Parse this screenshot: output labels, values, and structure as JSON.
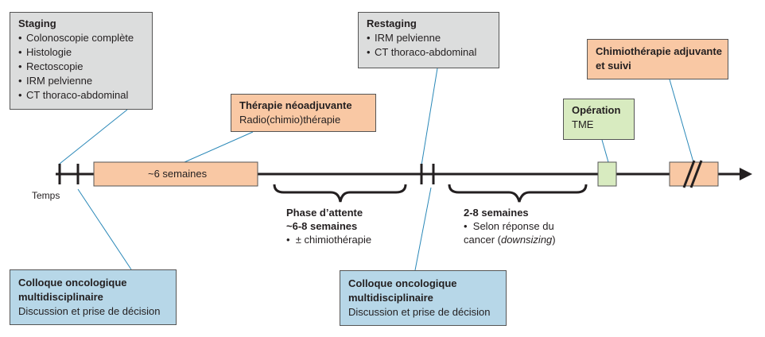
{
  "staging": {
    "title": "Staging",
    "items": [
      "Colonoscopie complète",
      "Histologie",
      "Rectoscopie",
      "IRM pelvienne",
      "CT thoraco-abdominal"
    ]
  },
  "restaging": {
    "title": "Restaging",
    "items": [
      "IRM pelvienne",
      "CT thoraco-abdominal"
    ]
  },
  "neoadjuvant": {
    "title": "Thérapie néoadjuvante",
    "subtitle": "Radio(chimio)thérapie"
  },
  "adjuvant": {
    "title_line1": "Chimiothérapie adjuvante",
    "title_line2": "et suivi"
  },
  "operation": {
    "title": "Opération",
    "subtitle": "TME"
  },
  "timeline": {
    "treatment_bar_label": "~6 semaines",
    "axis_label": "Temps"
  },
  "waiting_phase": {
    "title": "Phase d’attente",
    "duration": "~6-8 semaines",
    "item": "± chimiothérapie"
  },
  "post_restaging": {
    "duration": "2-8 semaines",
    "item_line1": "Selon réponse du",
    "item_line2_prefix": "cancer (",
    "item_line2_italic": "downsizing",
    "item_line2_suffix": ")"
  },
  "colloque_1": {
    "title_line1": "Colloque oncologique",
    "title_line2": "multidisciplinaire",
    "subtitle": "Discussion et prise de décision"
  },
  "colloque_2": {
    "title_line1": "Colloque oncologique",
    "title_line2": "multidisciplinaire",
    "subtitle": "Discussion et prise de décision"
  },
  "colors": {
    "gray_box": "#dcdddd",
    "orange_box": "#f9c8a4",
    "green_box": "#d8ebc0",
    "blue_box": "#b7d7e8",
    "connector": "#2a88b8",
    "timeline": "#231f20"
  }
}
